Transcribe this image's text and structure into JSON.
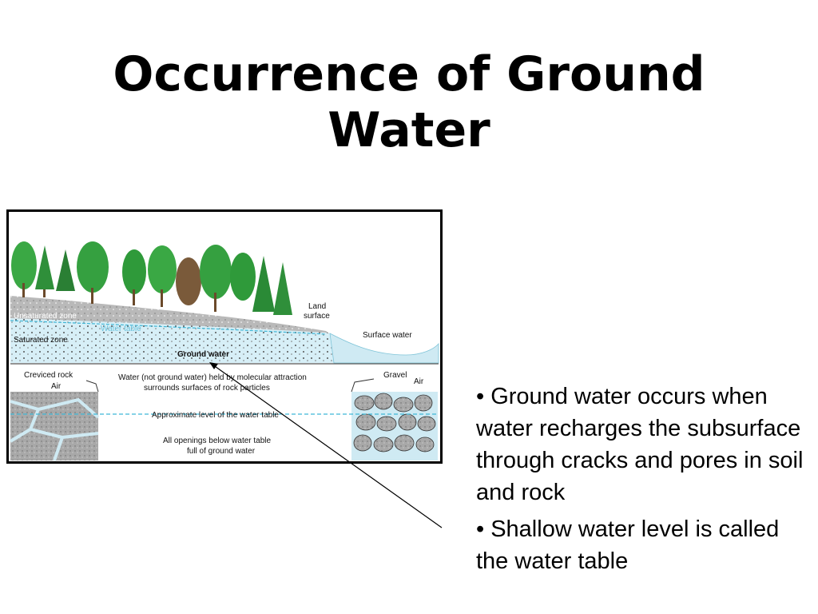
{
  "slide": {
    "title_line1": "Occurrence of Ground",
    "title_line2": "Water"
  },
  "diagram": {
    "labels": {
      "unsaturated_zone": "Unsaturated zone",
      "water_table": "Water table",
      "saturated_zone": "Saturated zone",
      "ground_water": "Ground water",
      "land_surface_1": "Land",
      "land_surface_2": "surface",
      "surface_water": "Surface water",
      "creviced_rock": "Creviced rock",
      "air_left": "Air",
      "molecular_line1": "Water (not ground water) held by molecular attraction",
      "molecular_line2": "surrounds surfaces of rock particles",
      "gravel": "Gravel",
      "air_right": "Air",
      "approx_level": "Approximate level of the water table",
      "openings_line1": "All openings below water table",
      "openings_line2": "full of ground water"
    },
    "colors": {
      "frame": "#000000",
      "sky": "#ffffff",
      "soil": "#b8b8b8",
      "saturated": "#d6eef6",
      "surface_water": "#cfeaf3",
      "water_table_line": "#3fb6d6",
      "tree_green": "#2f9a3a",
      "rock_gray": "#9a9a9a"
    }
  },
  "bullets": [
    "•  Ground water occurs when water recharges the subsurface through cracks and pores in soil and rock",
    "•  Shallow water level is called the water table"
  ]
}
